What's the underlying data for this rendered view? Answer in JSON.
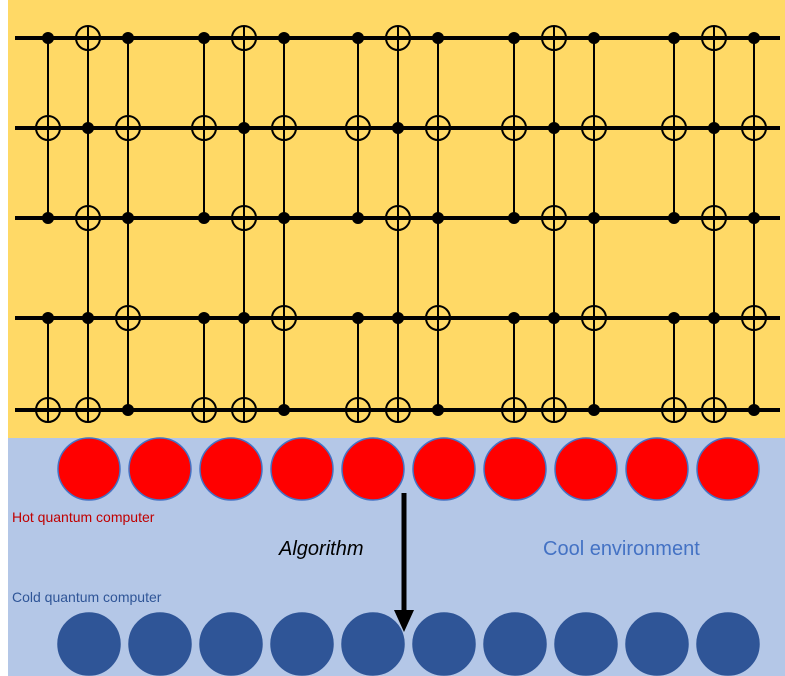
{
  "hot_label": "Hot quantum computer",
  "cold_label": "Cold quantum computer",
  "algorithm_label": "Algorithm",
  "environment_label": "Cool environment",
  "colors": {
    "circuit_bg": "#FFD966",
    "environment_bg": "#B4C7E7",
    "hot_qubit": "#FF0000",
    "cold_qubit": "#2F5597",
    "hot_text": "#C00000",
    "cold_text": "#2F5597",
    "environment_text": "#4472C4"
  },
  "circuit": {
    "wire_count": 5,
    "gate_column_count": 5,
    "gate_pattern": [
      [
        {
          "control": 0,
          "target": 1
        },
        {
          "control": 2,
          "target": 1
        },
        {
          "control": 3,
          "target": 4
        }
      ],
      [
        {
          "control": 1,
          "target": 0
        },
        {
          "control": 1,
          "target": 2
        },
        {
          "control": 3,
          "target": 2
        },
        {
          "control": 3,
          "target": 4
        }
      ],
      [
        {
          "control": 0,
          "target": 1
        },
        {
          "control": 2,
          "target": 1
        },
        {
          "control": 2,
          "target": 3
        },
        {
          "control": 4,
          "target": 3
        }
      ]
    ]
  },
  "hot_qubits": 10,
  "cold_qubits": 10
}
